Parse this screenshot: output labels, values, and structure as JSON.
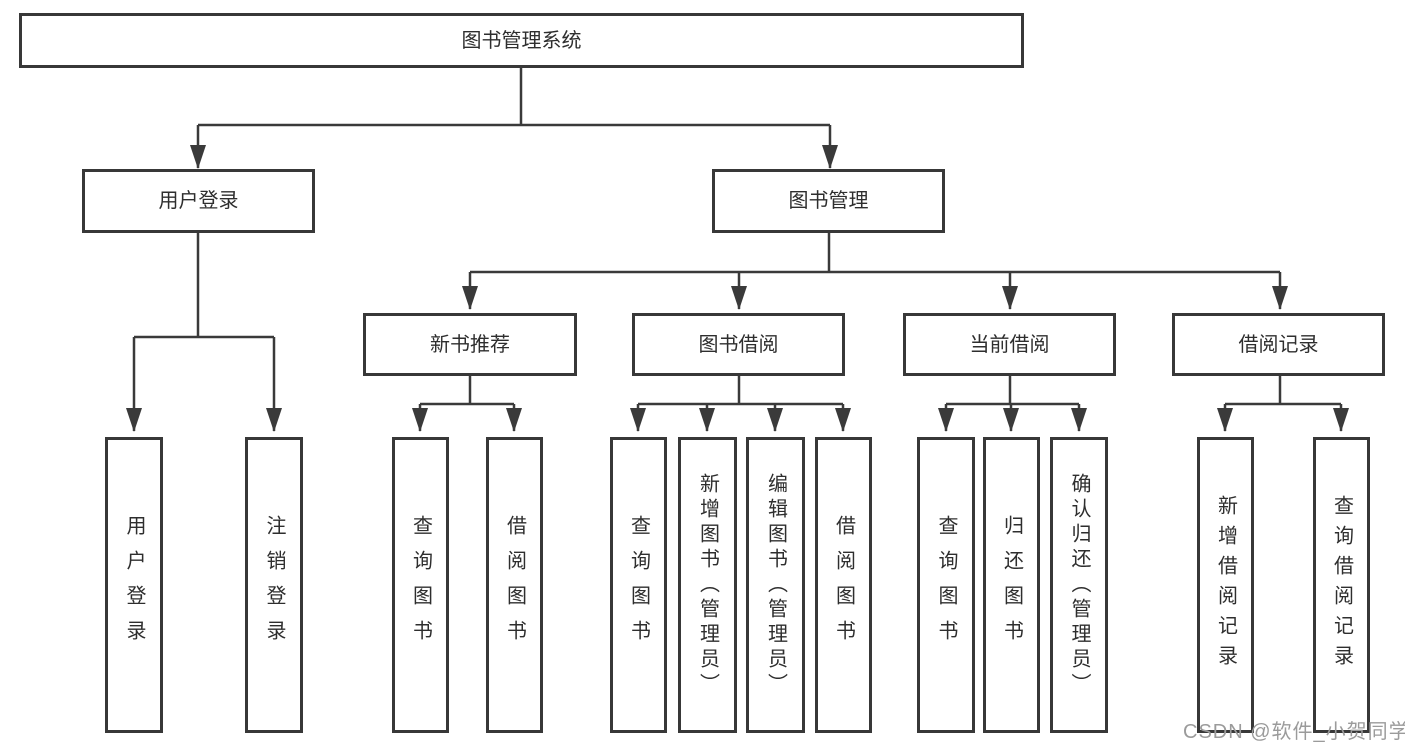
{
  "diagram_title": "图书管理系统",
  "tree": {
    "root": {
      "label": "图书管理系统",
      "children": [
        {
          "label": "用户登录",
          "children": [
            {
              "label": "用户登录"
            },
            {
              "label": "注销登录"
            }
          ]
        },
        {
          "label": "图书管理",
          "children": [
            {
              "label": "新书推荐",
              "children": [
                {
                  "label": "查询图书"
                },
                {
                  "label": "借阅图书"
                }
              ]
            },
            {
              "label": "图书借阅",
              "children": [
                {
                  "label": "查询图书"
                },
                {
                  "label": "新增图书（管理员）"
                },
                {
                  "label": "编辑图书（管理员）"
                },
                {
                  "label": "借阅图书"
                }
              ]
            },
            {
              "label": "当前借阅",
              "children": [
                {
                  "label": "查询图书"
                },
                {
                  "label": "归还图书"
                },
                {
                  "label": "确认归还（管理员）"
                }
              ]
            },
            {
              "label": "借阅记录",
              "children": [
                {
                  "label": "新增借阅记录"
                },
                {
                  "label": "查询借阅记录"
                }
              ]
            }
          ]
        }
      ]
    }
  },
  "watermark": {
    "text": "CSDN @软件_小贺同学",
    "color": "#9b9b9b"
  },
  "colors": {
    "line": "#3a3a3a",
    "box_border": "#383838",
    "text": "#2e2e2e",
    "background": "#ffffff"
  }
}
